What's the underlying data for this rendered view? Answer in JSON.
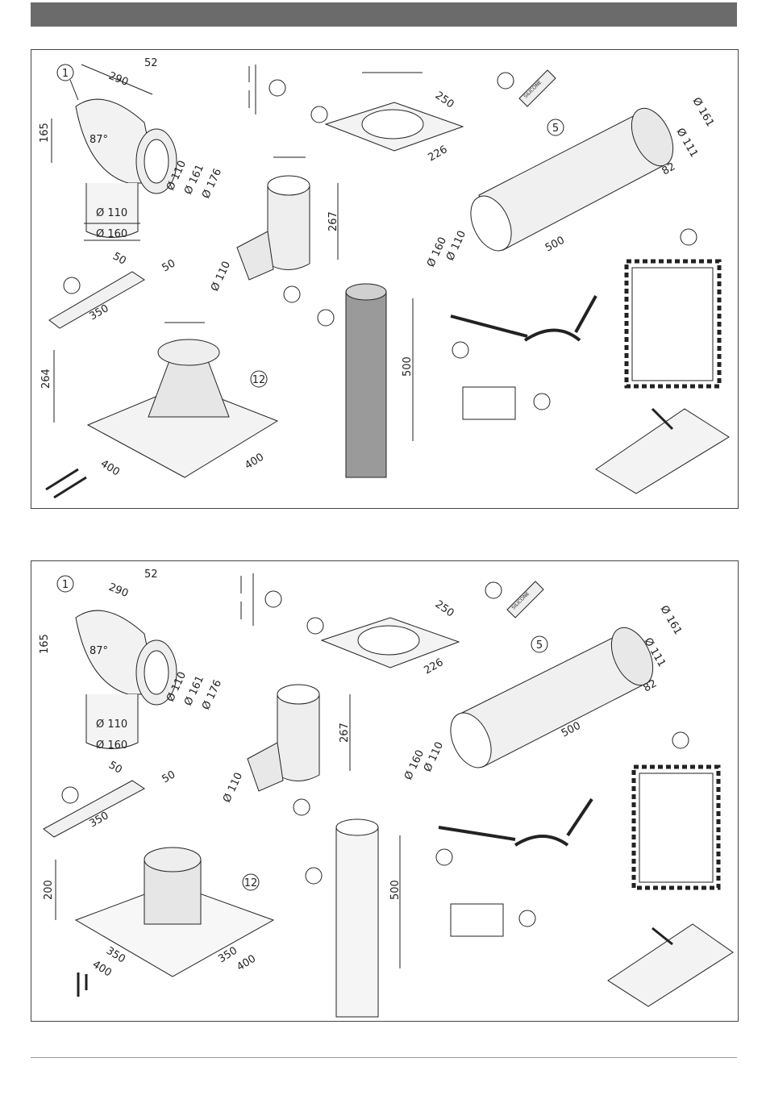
{
  "top": {
    "dims": {
      "elbow_len": "290",
      "elbow_offset": "52",
      "elbow_height": "165",
      "elbow_angle": "87°",
      "d110": "Ø 110",
      "d161": "Ø 161",
      "d176": "Ø 176",
      "d110_bottom": "Ø 110",
      "d160_bottom": "Ø 160",
      "plate_w": "250",
      "plate_d": "226",
      "pipe_d161": "Ø 161",
      "pipe_d111": "Ø 111",
      "pipe_len": "500",
      "pipe_82": "82",
      "pipe_d160": "Ø 160",
      "pipe_d110": "Ø 110",
      "tee_h": "267",
      "tee_d": "Ø 110",
      "rail_50a": "50",
      "rail_50b": "50",
      "rail_350": "350",
      "flash_h": "264",
      "flash_w": "400",
      "flash_d": "400",
      "sleeve_len": "500"
    },
    "callouts": {
      "elbow": "1",
      "pipe": "5",
      "flashing": "12"
    },
    "tube_label": "SILICONE"
  },
  "bottom": {
    "dims": {
      "elbow_len": "290",
      "elbow_offset": "52",
      "elbow_height": "165",
      "elbow_angle": "87°",
      "d110": "Ø 110",
      "d161": "Ø 161",
      "d176": "Ø 176",
      "d110_bottom": "Ø 110",
      "d160_bottom": "Ø 160",
      "plate_w": "250",
      "plate_d": "226",
      "pipe_d161": "Ø 161",
      "pipe_d111": "Ø 111",
      "pipe_len": "500",
      "pipe_82": "82",
      "pipe_d160": "Ø 160",
      "pipe_d110": "Ø 110",
      "tee_h": "267",
      "tee_d": "Ø 110",
      "rail_50a": "50",
      "rail_50b": "50",
      "rail_350": "350",
      "flash_h": "200",
      "flash_w_inner": "350",
      "flash_w": "400",
      "flash_d_inner": "350",
      "flash_d": "400",
      "sleeve_len": "500"
    },
    "callouts": {
      "elbow": "1",
      "pipe": "5",
      "flashing": "12"
    },
    "tube_label": "SILICONE"
  }
}
